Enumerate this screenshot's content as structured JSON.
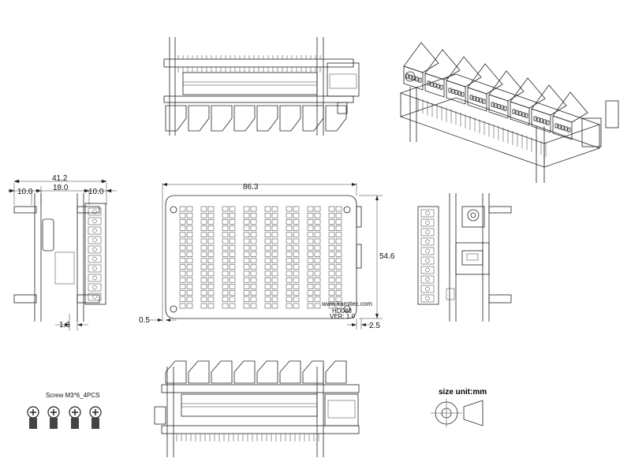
{
  "dimensions": {
    "side_width": "41.2",
    "side_left": "10.0",
    "side_mid": "18.0",
    "side_right": "10.0",
    "side_bottom": "1.6",
    "top_width": "86.3",
    "top_height": "54.6",
    "top_offset_left": "0.5",
    "top_offset_right": "2.5"
  },
  "board_text": {
    "brand": "www.kamitec.com",
    "model": "HD088",
    "version": "VER: 1.0"
  },
  "screw_label": "Screw M3*6_4PCS",
  "unit_label": "size unit:mm",
  "colors": {
    "line": "#222222",
    "background": "#ffffff"
  }
}
